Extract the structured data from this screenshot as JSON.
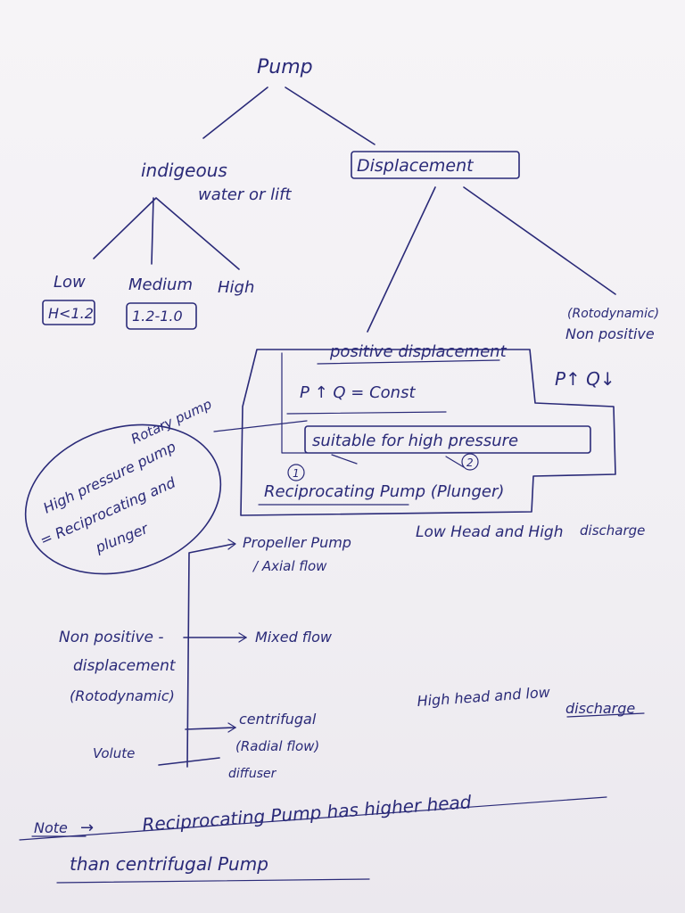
{
  "root": "Pump",
  "indigenous": {
    "title": "indigeous",
    "subtitle": "water or lift"
  },
  "displacement": "Displacement",
  "lifts": [
    {
      "label": "Low",
      "range": "H<1.2"
    },
    {
      "label": "Medium",
      "range": "1.2-1.0"
    },
    {
      "label": "High",
      "range": ""
    }
  ],
  "positive_box": {
    "title": "positive displacement",
    "relation": "P ↑   Q = Const",
    "suitable": "suitable for high pressure",
    "marker1": "1",
    "marker2": "2",
    "example": "Reciprocating Pump (Plunger)"
  },
  "rotodynamic": {
    "line1": "(Rotodynamic)",
    "line2": "Non positive",
    "relation": "P↑  Q↓"
  },
  "oval": {
    "rotary": "Rotary pump",
    "line1": "High pressure pump",
    "line2": "= Reciprocating and",
    "line3": "plunger"
  },
  "nonpositive": {
    "line1": "Non positive -",
    "line2": "displacement",
    "line3": "(Rotodynamic)",
    "volute": "Volute"
  },
  "branches": [
    {
      "line1": "Propeller Pump",
      "line2": "/ Axial flow"
    },
    {
      "line1": "Mixed flow",
      "line2": ""
    },
    {
      "line1": "centrifugal",
      "line2": "(Radial flow)",
      "line3": "diffuser"
    }
  ],
  "notes": {
    "low_head_a": "Low Head and High",
    "low_head_b": "discharge",
    "high_head_a": "High head and low",
    "high_head_b": "discharge"
  },
  "footer": {
    "label": "Note",
    "arrow": "→",
    "line1": "Reciprocating Pump has higher head",
    "line2": "than centrifugal Pump"
  },
  "colors": {
    "ink": "#2a2a78",
    "paper": "#f3f1f4"
  }
}
